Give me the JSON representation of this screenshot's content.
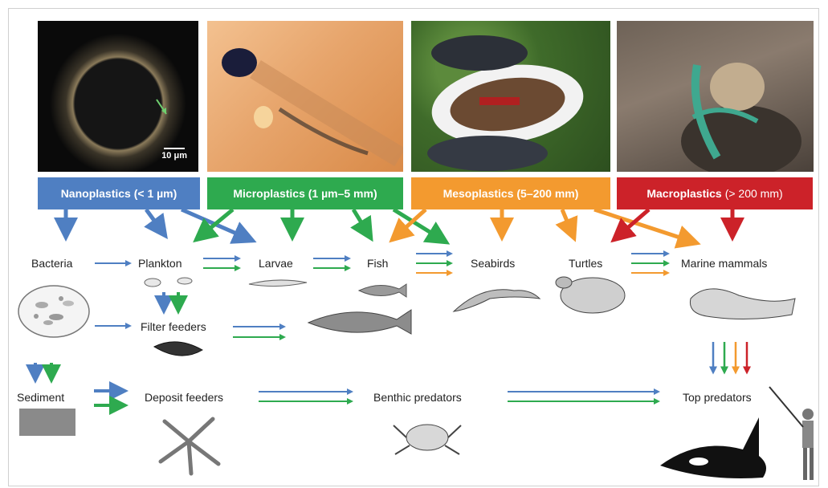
{
  "photos": {
    "scale_bar": "10 μm"
  },
  "size_classes": [
    {
      "label": "Nanoplastics (< 1 µm)",
      "suffix": "",
      "color": "#4f7fc2"
    },
    {
      "label": "Microplastics (1 µm–5 mm)",
      "suffix": "",
      "color": "#2eaa4f"
    },
    {
      "label": "Mesoplastics (5–200 mm)",
      "suffix": "",
      "color": "#f39a2f"
    },
    {
      "label": "Macroplastics",
      "suffix": "(> 200 mm)",
      "color": "#cc2229"
    }
  ],
  "nodes": {
    "bacteria": "Bacteria",
    "plankton": "Plankton",
    "larvae": "Larvae",
    "fish": "Fish",
    "seabirds": "Seabirds",
    "turtles": "Turtles",
    "marine_mammals": "Marine mammals",
    "filter_feeders": "Filter feeders",
    "sediment": "Sediment",
    "deposit_feeders": "Deposit feeders",
    "benthic_predators": "Benthic predators",
    "top_predators": "Top predators"
  },
  "illustrations": [
    "bacteria-cells",
    "plankton",
    "larva",
    "fish",
    "cod",
    "seabird",
    "turtle",
    "seal",
    "mussel",
    "sediment-sample",
    "starfish",
    "crab",
    "orca",
    "fisherman"
  ]
}
